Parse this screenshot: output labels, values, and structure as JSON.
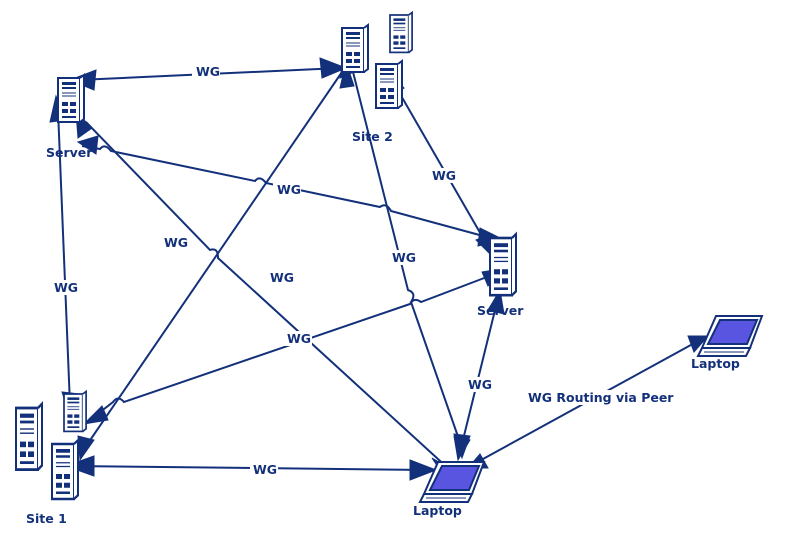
{
  "nodes": {
    "server_top_left": {
      "label": "Server",
      "icon": "server-tower-icon"
    },
    "site2": {
      "label": "Site 2",
      "icon": "server-cluster-icon"
    },
    "server_right": {
      "label": "Server",
      "icon": "server-tower-icon"
    },
    "site1": {
      "label": "Site 1",
      "icon": "server-cluster-icon"
    },
    "laptop_bottom": {
      "label": "Laptop",
      "icon": "laptop-icon"
    },
    "laptop_right": {
      "label": "Laptop",
      "icon": "laptop-icon"
    }
  },
  "edges": {
    "server_site2": "WG",
    "server_serverright": "WG",
    "site2_site1": "WG",
    "server_laptop": "WG",
    "site2_laptop": "WG",
    "site1_serverright": "WG",
    "server_site1": "WG",
    "site2_serverright": "WG",
    "serverright_laptop": "WG",
    "site1_laptop": "WG",
    "laptop_routing": "WG Routing via Peer"
  },
  "colors": {
    "primary": "#13307a",
    "screen": "#5a55e0"
  }
}
